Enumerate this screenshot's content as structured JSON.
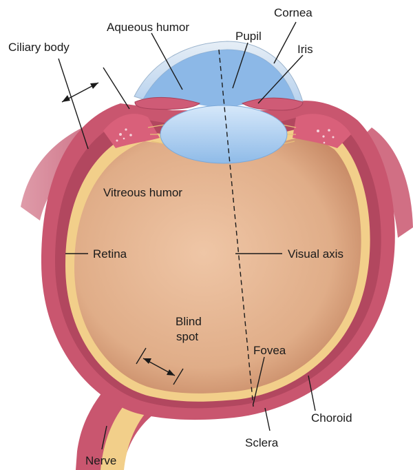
{
  "labels": {
    "ciliary_body": "Ciliary body",
    "aqueous_humor": "Aqueous humor",
    "pupil": "Pupil",
    "cornea": "Cornea",
    "iris": "Iris",
    "vitreous_humor": "Vitreous humor",
    "retina": "Retina",
    "visual_axis": "Visual axis",
    "blind_spot_line1": "Blind",
    "blind_spot_line2": "spot",
    "fovea": "Fovea",
    "choroid": "Choroid",
    "sclera": "Sclera",
    "nerve": "Nerve"
  },
  "colors": {
    "sclera": "#c9566f",
    "choroid": "#b2475f",
    "retina": "#f2cf8a",
    "vitreous_center": "#ecc0a0",
    "vitreous_edge": "#cf9672",
    "lens": "#9ec4ec",
    "cornea": "#c9dff5",
    "aqueous": "#7fb0e4",
    "text": "#1a1a1a"
  }
}
